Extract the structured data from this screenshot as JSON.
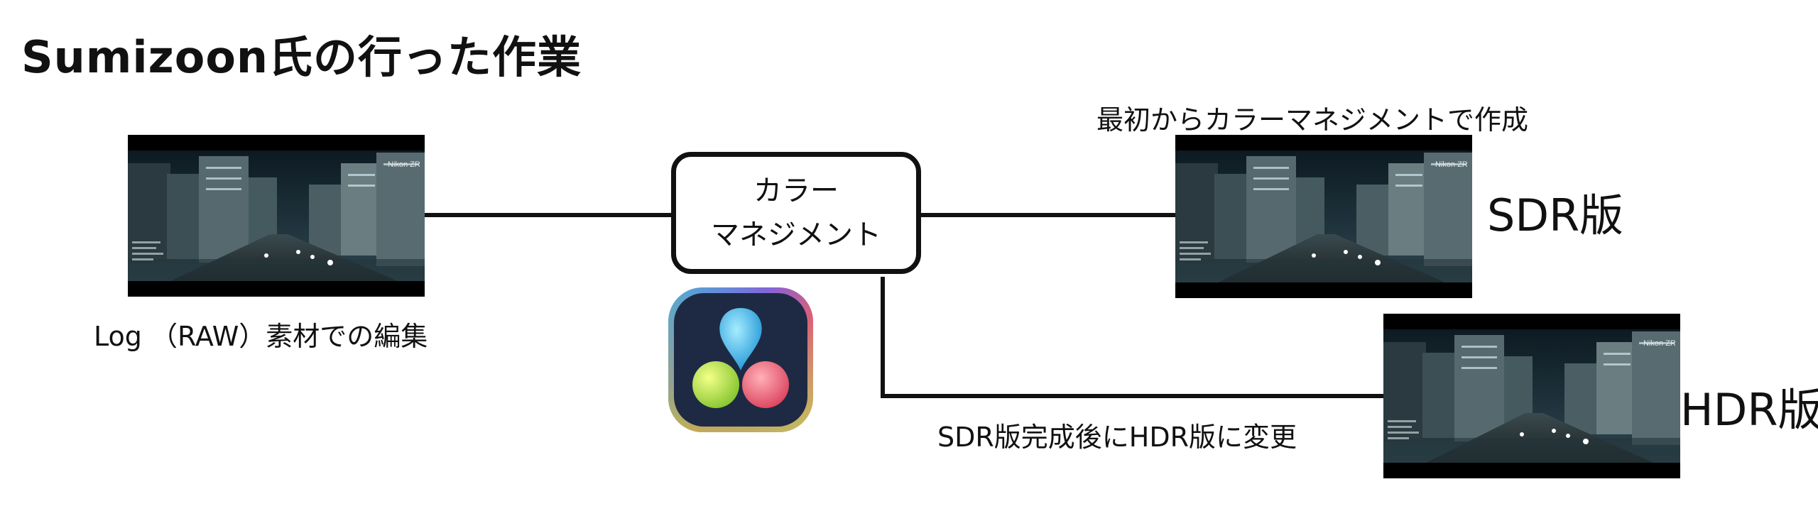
{
  "title": "Sumizoon氏の行った作業",
  "source": {
    "caption": "Log （RAW）素材での編集",
    "watermark": "Nikon ZR"
  },
  "node": {
    "line1": "カラー",
    "line2": "マネジメント"
  },
  "sdr": {
    "top_caption": "最初からカラーマネジメントで作成",
    "label": "SDR版",
    "watermark": "Nikon ZR"
  },
  "hdr": {
    "label": "HDR版",
    "connector_caption": "SDR版完成後にHDR版に変更",
    "watermark": "Nikon ZR"
  },
  "logo": {
    "icon": "davinci-resolve-icon"
  },
  "colors": {
    "line": "#111111",
    "logo_bg": "#1e2a44",
    "petal_top": "#3fb3e8",
    "petal_left": "#b6d63a",
    "petal_right": "#e8556a"
  }
}
